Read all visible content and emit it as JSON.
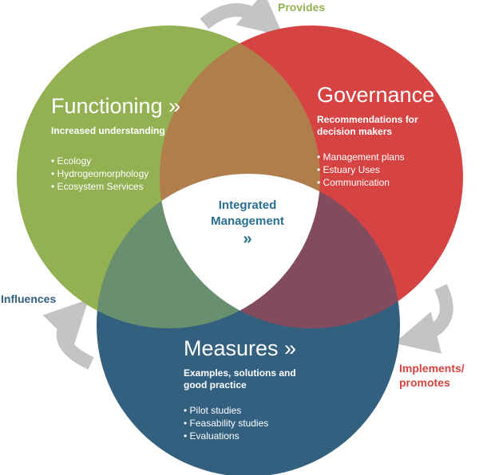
{
  "colors": {
    "functioning": "#93b152",
    "governance": "#d64343",
    "measures": "#33607f",
    "overlap_fg": "#b07d4b",
    "overlap_fm": "#68906e",
    "overlap_gm": "#824c5e",
    "arrow": "#c4c4c4",
    "provides_text": "#93b152",
    "implements_text": "#d64343",
    "influences_text": "#33607f",
    "center_text": "#2a6f8f"
  },
  "functioning": {
    "title": "Functioning »",
    "subtitle": "Increased understanding",
    "items": [
      "Ecology",
      "Hydrogeomorphology",
      "Ecosystem Services"
    ]
  },
  "governance": {
    "title": "Governance »",
    "subtitle_line1": "Recommendations for",
    "subtitle_line2": "decision makers",
    "items": [
      "Management plans",
      "Estuary Uses",
      "Communication"
    ]
  },
  "measures": {
    "title": "Measures »",
    "subtitle_line1": "Examples, solutions and",
    "subtitle_line2": "good practice",
    "items": [
      "Pilot studies",
      "Feasability studies",
      "Evaluations"
    ]
  },
  "center": {
    "line1": "Integrated",
    "line2": "Management",
    "line3": "»"
  },
  "flows": {
    "provides": "Provides",
    "implements_line1": "Implements/",
    "implements_line2": "promotes",
    "influences": "Influences"
  }
}
